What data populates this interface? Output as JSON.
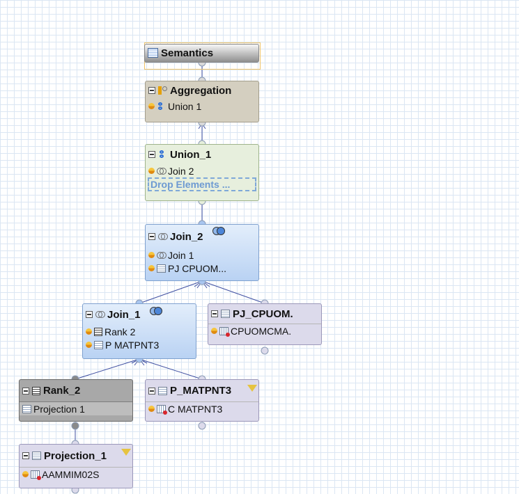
{
  "nodes": {
    "semantics": {
      "title": "Semantics",
      "icon": "semantics-icon"
    },
    "aggregation": {
      "title": "Aggregation",
      "icon": "aggregation-icon",
      "rows": [
        "Union 1"
      ]
    },
    "union_1": {
      "title": "Union_1",
      "icon": "union-icon",
      "rows": [
        "Join 2"
      ],
      "drop_text": "Drop Elements ..."
    },
    "join_2": {
      "title": "Join_2",
      "icon": "join-icon",
      "rows": [
        "Join 1",
        "PJ  CPUOM..."
      ]
    },
    "join_1": {
      "title": "Join_1",
      "icon": "join-icon",
      "rows": [
        "Rank  2",
        "P  MATPNT3"
      ]
    },
    "pj_cpuom": {
      "title": "PJ_CPUOM.",
      "icon": "projection-icon",
      "rows": [
        "CPUOMCMA."
      ]
    },
    "rank_2": {
      "title": "Rank_2",
      "icon": "rank-icon",
      "rows": [
        "Projection  1"
      ]
    },
    "p_matpnt3": {
      "title": "P_MATPNT3",
      "icon": "projection-icon",
      "rows": [
        "C  MATPNT3"
      ]
    },
    "projection_1": {
      "title": "Projection_1",
      "icon": "projection-icon",
      "rows": [
        "AAMMIM02S"
      ]
    }
  },
  "colors": {
    "aggregation": "#d4cfc0",
    "union": "#e7efdd",
    "join": "#cfe1f7",
    "projection": "#dcdaeb",
    "rank": "#a8a8a8",
    "selection": "#f0c469",
    "edge": "#3f4fa1"
  }
}
